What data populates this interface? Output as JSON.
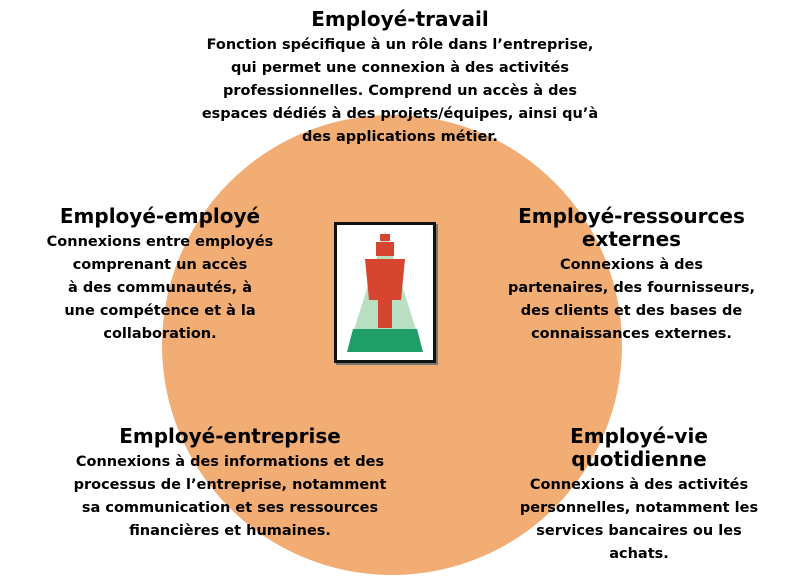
{
  "colors": {
    "circle": "#f2ad74",
    "pyramid": "#b9dfc3",
    "base": "#1f9e6a",
    "figure": "#d64530"
  },
  "icon": "employee-pyramid-icon",
  "sections": {
    "travail": {
      "title": "Employé-travail",
      "body": [
        "Fonction spécifique à un rôle dans l’entreprise,",
        "qui permet une connexion à des activités",
        "professionnelles. Comprend un accès à des",
        "espaces dédiés à des projets/équipes, ainsi qu’à",
        "des applications métier."
      ]
    },
    "employe": {
      "title": "Employé-employé",
      "body": [
        "Connexions entre employés",
        "comprenant un accès",
        "à des communautés, à",
        "une compétence et à la",
        "collaboration."
      ]
    },
    "ressources": {
      "title": [
        "Employé-ressources",
        "externes"
      ],
      "body": [
        "Connexions à des",
        "partenaires, des fournisseurs,",
        "des clients et des bases de",
        "connaissances externes."
      ]
    },
    "entreprise": {
      "title": "Employé-entreprise",
      "body": [
        "Connexions à des informations et des",
        "processus de l’entreprise, notamment",
        "sa communication et ses ressources",
        "financières et humaines."
      ]
    },
    "vie": {
      "title": [
        "Employé-vie",
        "quotidienne"
      ],
      "body": [
        "Connexions à des activités",
        "personnelles, notamment les",
        "services bancaires ou les",
        "achats."
      ]
    }
  }
}
